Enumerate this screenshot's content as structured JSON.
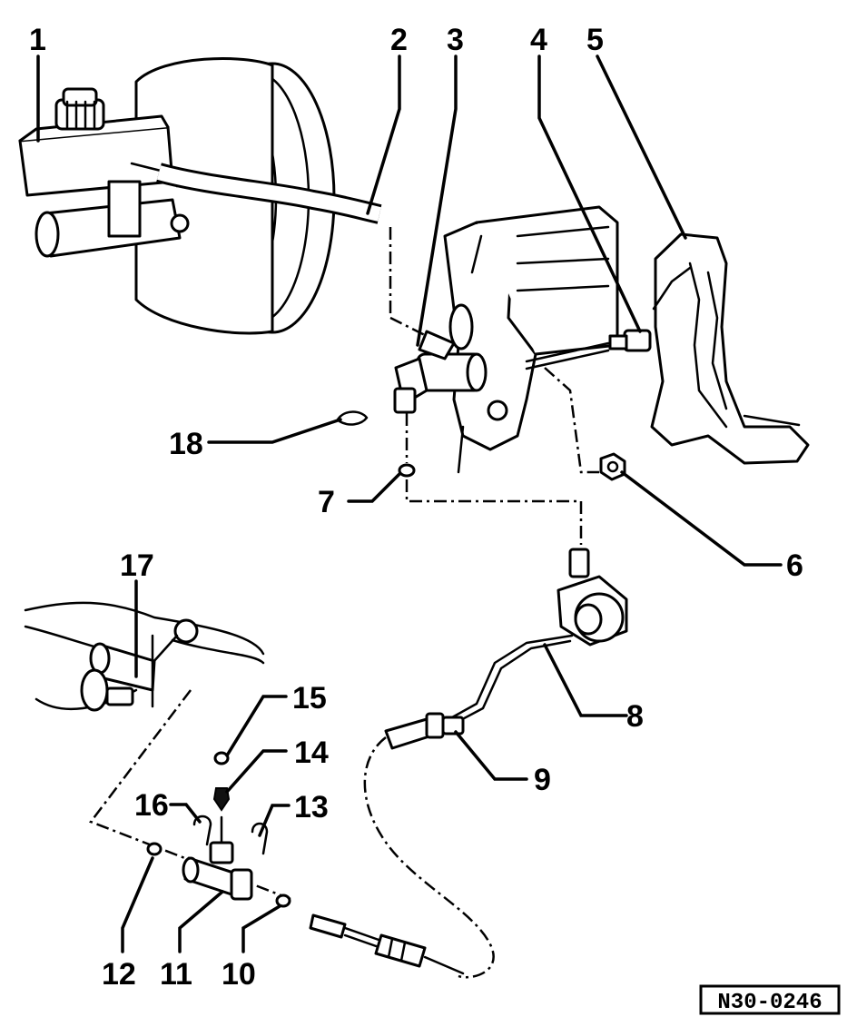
{
  "callouts": {
    "c1": "1",
    "c2": "2",
    "c3": "3",
    "c4": "4",
    "c5": "5",
    "c6": "6",
    "c7": "7",
    "c8": "8",
    "c9": "9",
    "c10": "10",
    "c11": "11",
    "c12": "12",
    "c13": "13",
    "c14": "14",
    "c15": "15",
    "c16": "16",
    "c17": "17",
    "c18": "18"
  },
  "reference": "N30-0246"
}
